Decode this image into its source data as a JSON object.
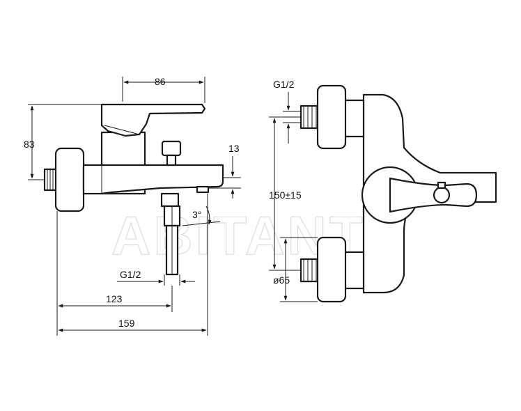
{
  "watermark": "ABITANT",
  "side_view": {
    "dim_handle_width": "86",
    "dim_height": "83",
    "dim_spout_height": "13",
    "dim_angle": "3°",
    "dim_outlet_thread": "G1/2",
    "dim_outlet_distance": "123",
    "dim_total_depth": "159"
  },
  "front_view": {
    "dim_inlet_thread": "G1/2",
    "dim_center_distance": "150±15",
    "dim_rosette_diameter": "ø65"
  },
  "colors": {
    "line": "#1a1a1a",
    "background": "#ffffff",
    "watermark": "#dcdcdc"
  }
}
